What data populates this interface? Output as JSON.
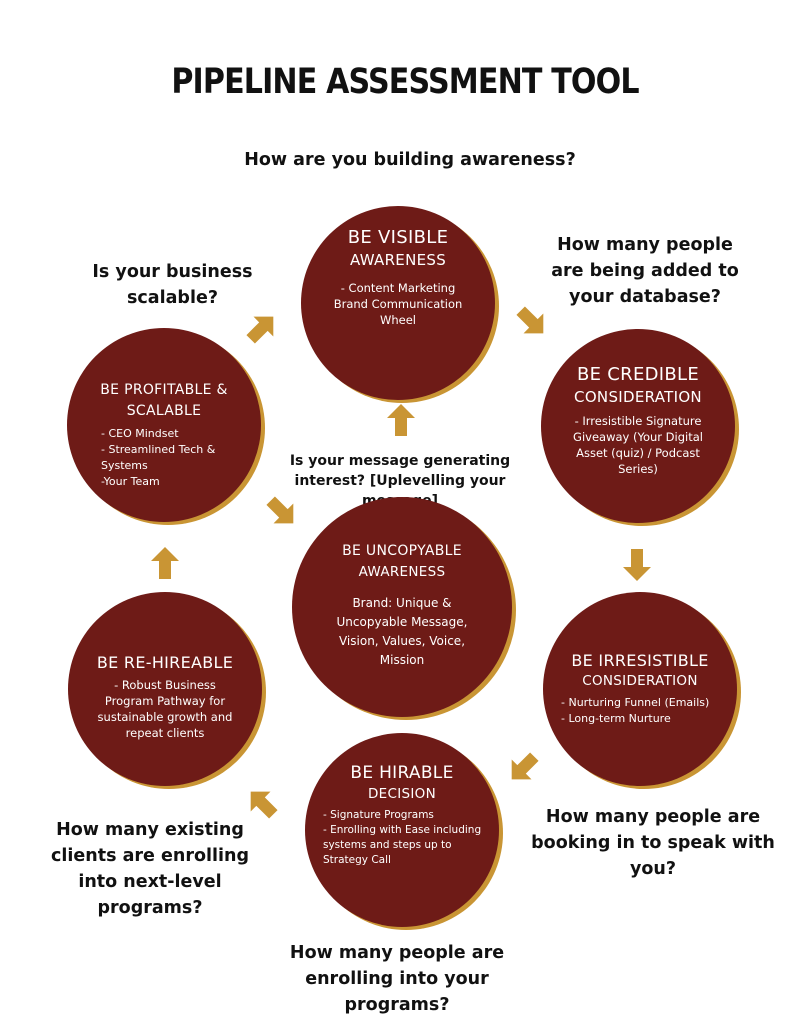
{
  "title": "PIPELINE ASSESSMENT TOOL",
  "questions": {
    "awareness": "How are you building awareness?",
    "database": "How many people are being added to your database?",
    "scalable": "Is your business scalable?",
    "message": "Is your message generating interest? [Uplevelling your message]",
    "booking": "How many people are booking in to speak with you?",
    "existing": "How many existing clients are enrolling into next-level programs?",
    "enrolling": "How many people are enrolling into your programs?"
  },
  "stages": {
    "visible": {
      "heading": "BE VISIBLE",
      "stage": "AWARENESS",
      "body": "- Content Marketing Brand Communication Wheel"
    },
    "credible": {
      "heading": "BE CREDIBLE",
      "stage": "CONSIDERATION",
      "body": "- Irresistible Signature Giveaway (Your Digital Asset (quiz) / Podcast Series)"
    },
    "profitable": {
      "heading": "BE PROFITABLE & SCALABLE",
      "items": [
        "- CEO Mindset",
        "- Streamlined Tech & Systems",
        "-Your Team"
      ]
    },
    "uncopyable": {
      "heading": "BE UNCOPYABLE",
      "stage": "AWARENESS",
      "body": "Brand: Unique & Uncopyable Message, Vision, Values, Voice, Mission"
    },
    "irresistible": {
      "heading": "BE IRRESISTIBLE",
      "stage": "CONSIDERATION",
      "items": [
        "- Nurturing Funnel (Emails)",
        "- Long-term Nurture"
      ]
    },
    "rehireable": {
      "heading": "BE RE-HIREABLE",
      "body": "- Robust Business Program Pathway for sustainable growth and repeat clients"
    },
    "hirable": {
      "heading": "BE HIRABLE",
      "stage": "DECISION",
      "items": [
        "- Signature Programs",
        "- Enrolling with Ease including systems and steps up to Strategy Call"
      ]
    }
  },
  "colors": {
    "circle": "#6e1b17",
    "accent": "#c99534",
    "text": "#111111"
  },
  "arrows": [
    "arrow-right-down",
    "arrow-down",
    "arrow-down-left",
    "arrow-up-left",
    "arrow-up",
    "arrow-up-right",
    "arrow-down-right",
    "arrow-up-center"
  ]
}
